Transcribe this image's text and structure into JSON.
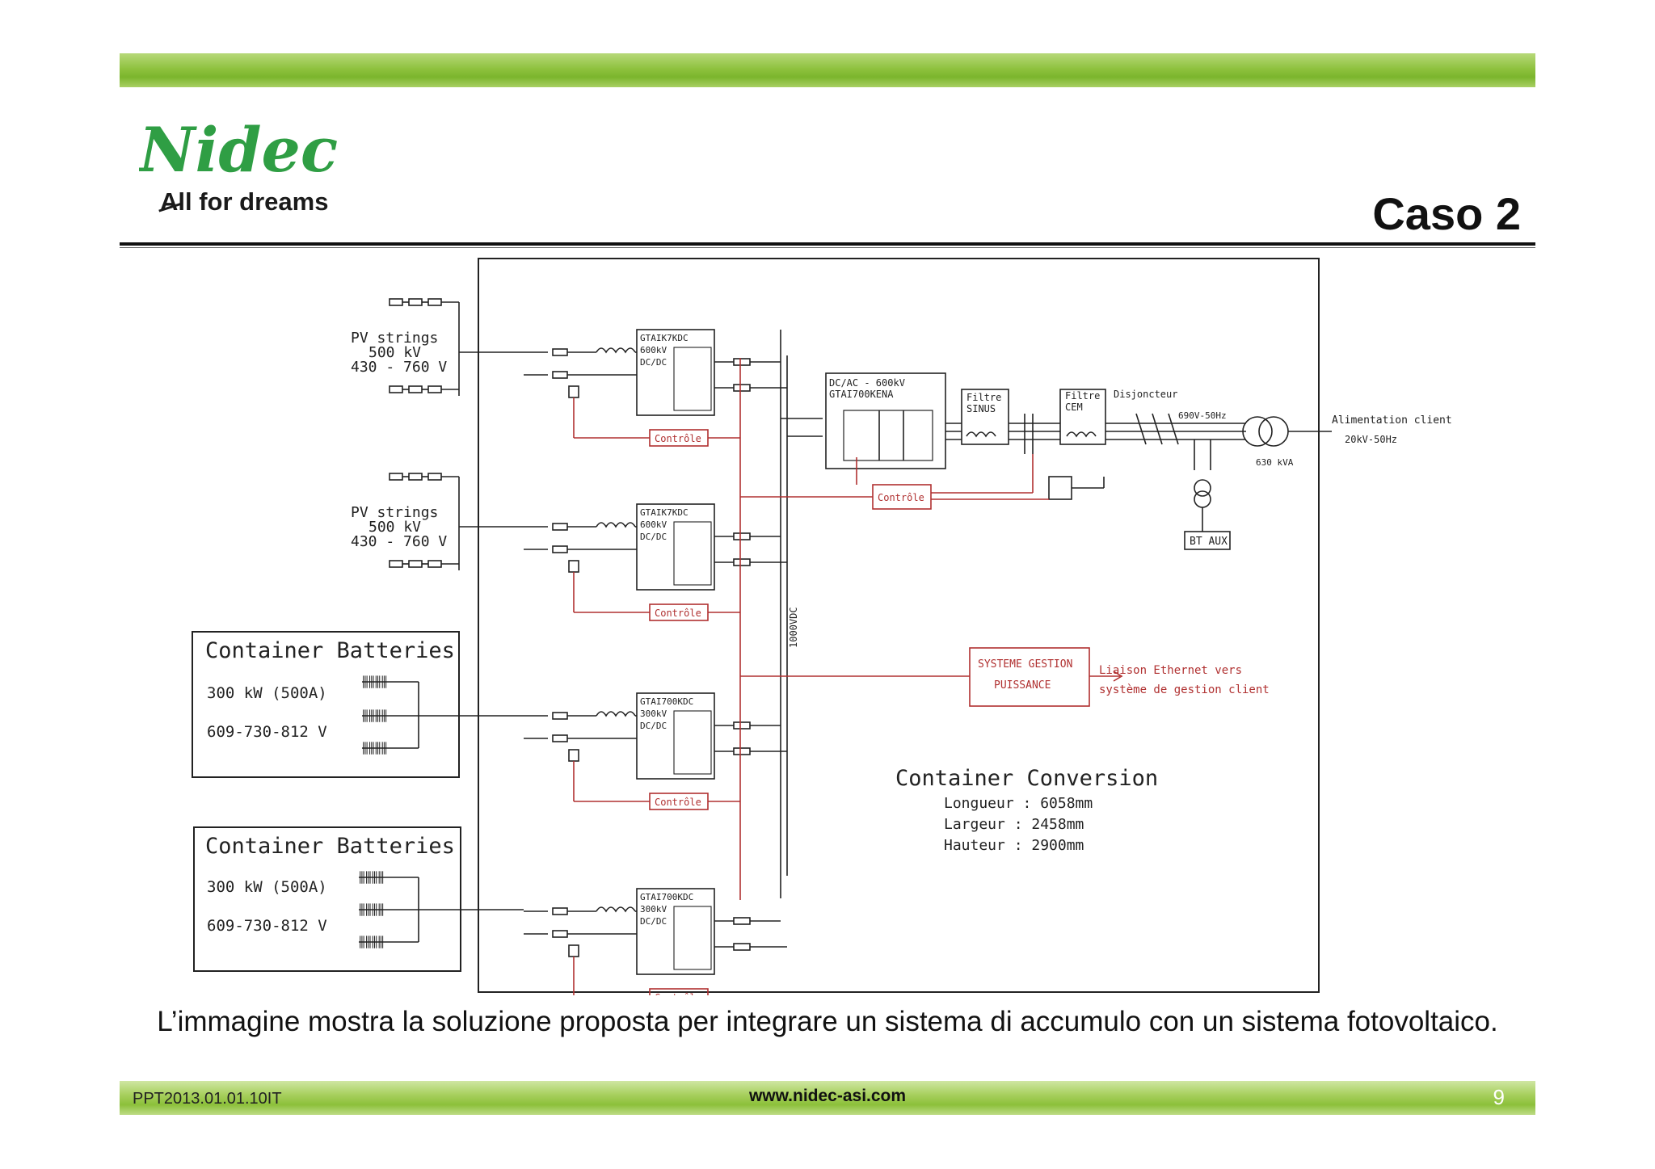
{
  "header": {
    "logo_text": "Nidec",
    "tagline": "All for dreams",
    "title": "Caso 2"
  },
  "diagram": {
    "pv1": {
      "line1": "PV strings",
      "line2": "500 kV",
      "line3": "430 - 760 V"
    },
    "pv2": {
      "line1": "PV strings",
      "line2": "500 kV",
      "line3": "430 - 760 V"
    },
    "battery1": {
      "title": "Container Batteries",
      "power": "300 kW (500A)",
      "voltage": "609-730-812 V"
    },
    "battery2": {
      "title": "Container Batteries",
      "power": "300 kW (500A)",
      "voltage": "609-730-812 V"
    },
    "converters": [
      {
        "line1": "GTAIK7KDC",
        "line2": "600kV",
        "line3": "DC/DC"
      },
      {
        "line1": "GTAIK7KDC",
        "line2": "600kV",
        "line3": "DC/DC"
      },
      {
        "line1": "GTAI700KDC",
        "line2": "300kV",
        "line3": "DC/DC"
      },
      {
        "line1": "GTAI700KDC",
        "line2": "300kV",
        "line3": "DC/DC"
      }
    ],
    "controle_label": "Contrôle",
    "bus_label": "1000VDC",
    "inverter": {
      "line1": "DC/AC - 600kV",
      "line2": "GTAI700KENA"
    },
    "filtre_sinus": {
      "line1": "Filtre",
      "line2": "SINUS"
    },
    "filtre_cem": {
      "line1": "Filtre",
      "line2": "CEM"
    },
    "disjoncteur": "Disjoncteur",
    "grid_voltage": "690V-50Hz",
    "transformer_rating": "630 kVA",
    "client_feed": {
      "line1": "Alimentation client",
      "line2": "20kV-50Hz"
    },
    "bt_aux": "BT AUX",
    "systeme": {
      "line1": "SYSTEME GESTION",
      "line2": "PUISSANCE"
    },
    "ethernet": {
      "line1": "Liaison Ethernet vers",
      "line2": "système de gestion client"
    },
    "container_conversion": {
      "title": "Container Conversion",
      "longueur": "Longueur : 6058mm",
      "largeur": "Largeur : 2458mm",
      "hauteur": "Hauteur : 2900mm"
    }
  },
  "caption": "L’immagine mostra la soluzione proposta per integrare un sistema di accumulo con un sistema fotovoltaico.",
  "footer": {
    "code": "PPT2013.01.01.10IT",
    "url": "www.nidec-asi.com",
    "page": "9"
  },
  "colors": {
    "brand_green": "#2f9e44",
    "bar_green": "#8cc03a",
    "control_red": "#b03030"
  }
}
